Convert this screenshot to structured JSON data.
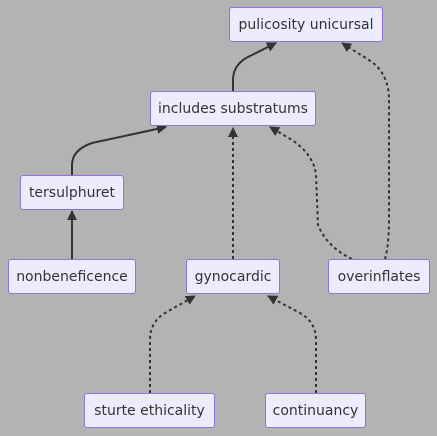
{
  "diagram": {
    "type": "flowchart",
    "direction": "bottom-to-top",
    "nodes": [
      {
        "id": "pulicosity",
        "label": "pulicosity unicursal"
      },
      {
        "id": "includes",
        "label": "includes substratums"
      },
      {
        "id": "tersulphuret",
        "label": "tersulphuret"
      },
      {
        "id": "nonbeneficence",
        "label": "nonbeneficence"
      },
      {
        "id": "gynocardic",
        "label": "gynocardic"
      },
      {
        "id": "overinflates",
        "label": "overinflates"
      },
      {
        "id": "sturte",
        "label": "sturte ethicality"
      },
      {
        "id": "continuancy",
        "label": "continuancy"
      }
    ],
    "edges": [
      {
        "from": "includes",
        "to": "pulicosity",
        "style": "solid"
      },
      {
        "from": "overinflates",
        "to": "pulicosity",
        "style": "dotted"
      },
      {
        "from": "tersulphuret",
        "to": "includes",
        "style": "solid"
      },
      {
        "from": "gynocardic",
        "to": "includes",
        "style": "dotted"
      },
      {
        "from": "overinflates",
        "to": "includes",
        "style": "dotted"
      },
      {
        "from": "nonbeneficence",
        "to": "tersulphuret",
        "style": "solid"
      },
      {
        "from": "sturte",
        "to": "gynocardic",
        "style": "dotted"
      },
      {
        "from": "continuancy",
        "to": "gynocardic",
        "style": "dotted"
      }
    ]
  },
  "colors": {
    "background": "#b3b3b3",
    "node_fill": "#ececfe",
    "node_border": "#9370db",
    "edge": "#333333",
    "text": "#333333"
  }
}
